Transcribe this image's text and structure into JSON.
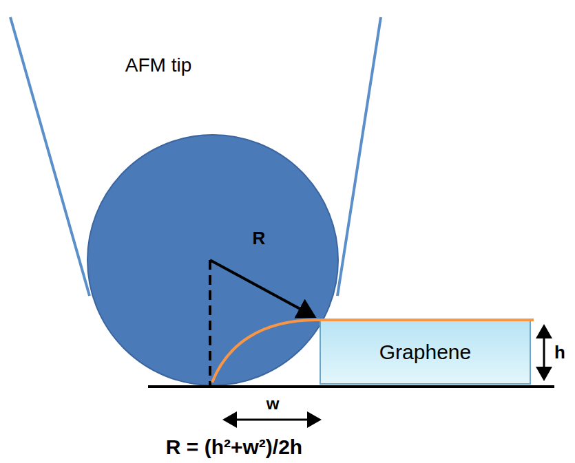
{
  "diagram": {
    "nodes": [
      {
        "text": [
          "Graphene"
        ]
      }
    ],
    "labels": [
      "AFM tip",
      "R",
      "h",
      "w",
      "R = (h²+w²)/2h"
    ]
  }
}
